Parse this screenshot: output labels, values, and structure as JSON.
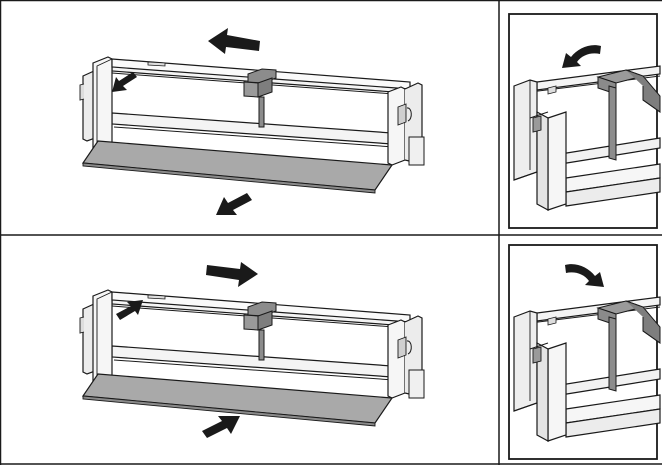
{
  "figure": {
    "panels": [
      {
        "name": "top-main",
        "step": "remove",
        "arrows": [
          "arrow-left",
          "arrow-down-left",
          "arrow-down-left"
        ]
      },
      {
        "name": "top-detail",
        "step": "remove",
        "arrows": [
          "curved-arrow-left"
        ]
      },
      {
        "name": "bottom-main",
        "step": "install",
        "arrows": [
          "arrow-right",
          "arrow-up-right",
          "arrow-up-right"
        ]
      },
      {
        "name": "bottom-detail",
        "step": "install",
        "arrows": [
          "curved-arrow-right"
        ]
      }
    ],
    "colors": {
      "line": "#1a1a1a",
      "frame_fill": "#f2f2f2",
      "shelf_fill": "#a9a9a9",
      "bracket_fill": "#8c8c8c",
      "arrow_fill": "#1a1a1a"
    }
  }
}
